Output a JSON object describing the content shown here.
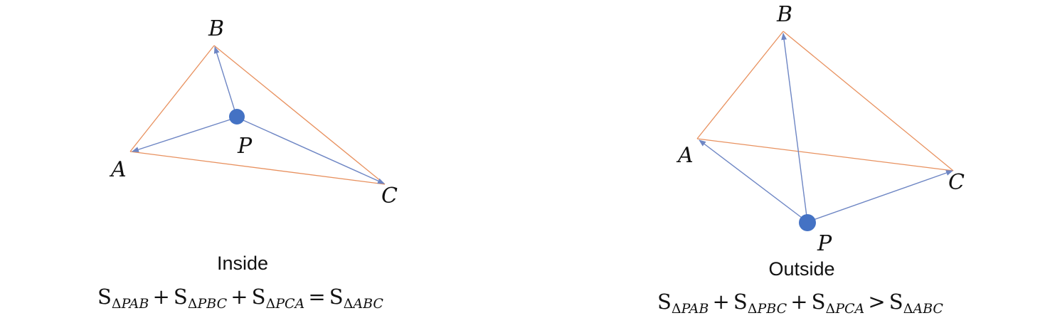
{
  "colors": {
    "triangle": "#E8915F",
    "vector": "#6E86C4",
    "point": "#4472C4",
    "text": "#111111"
  },
  "panels": [
    {
      "id": "inside",
      "points": {
        "A": "A",
        "B": "B",
        "C": "C",
        "P": "P"
      },
      "caption": "Inside",
      "formula": {
        "S": "S",
        "delta": "Δ",
        "t1": "PAB",
        "t2": "PBC",
        "t3": "PCA",
        "t4": "ABC",
        "plus": "+",
        "relation": "="
      }
    },
    {
      "id": "outside",
      "points": {
        "A": "A",
        "B": "B",
        "C": "C",
        "P": "P"
      },
      "caption": "Outside",
      "formula": {
        "S": "S",
        "delta": "Δ",
        "t1": "PAB",
        "t2": "PBC",
        "t3": "PCA",
        "t4": "ABC",
        "plus": "+",
        "relation": ">"
      }
    }
  ]
}
